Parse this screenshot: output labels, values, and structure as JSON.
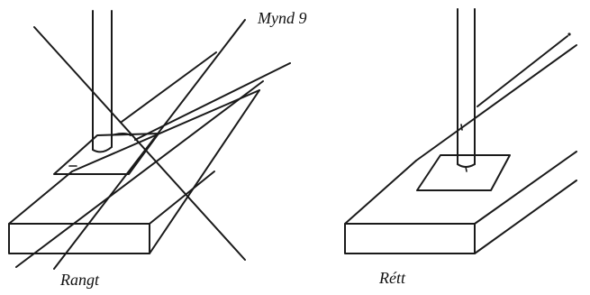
{
  "figure": {
    "title": "Mynd 9",
    "left_panel": {
      "label": "Rangt"
    },
    "right_panel": {
      "label": "Rétt"
    }
  }
}
